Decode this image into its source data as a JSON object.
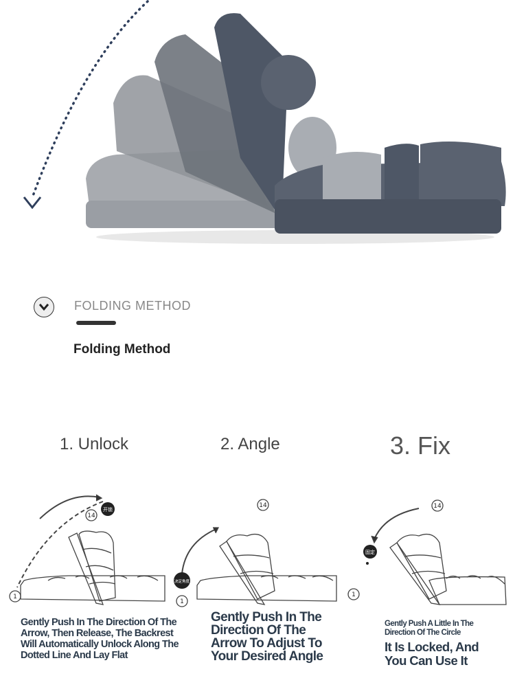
{
  "section": {
    "icon": "chevron-down-circle-icon",
    "title": "FOLDING METHOD",
    "subtitle": "Folding Method"
  },
  "steps": [
    {
      "title": "1. Unlock",
      "badge": "开锁",
      "marker_top": "14",
      "marker_bottom": "1",
      "desc": "Gently Push In The Direction Of The Arrow, Then Release, The Backrest Will Automatically Unlock Along The Dotted Line And Lay Flat"
    },
    {
      "title": "2. Angle",
      "badge": "决定角度",
      "marker_top": "14",
      "marker_bottom": "1",
      "desc": "Gently Push In The Direction Of The Arrow To Adjust To Your Desired Angle"
    },
    {
      "title": "3. Fix",
      "badge": "固定",
      "marker_top": "14",
      "marker_bottom": "1",
      "desc_small": "Gently Push A Little In The Direction Of The Circle",
      "desc": "It Is Locked, And You Can Use It"
    }
  ],
  "colors": {
    "text_dark": "#2b3a4a",
    "sofa_dark": "#4e5766",
    "sofa_light": "#9a9ea4"
  }
}
